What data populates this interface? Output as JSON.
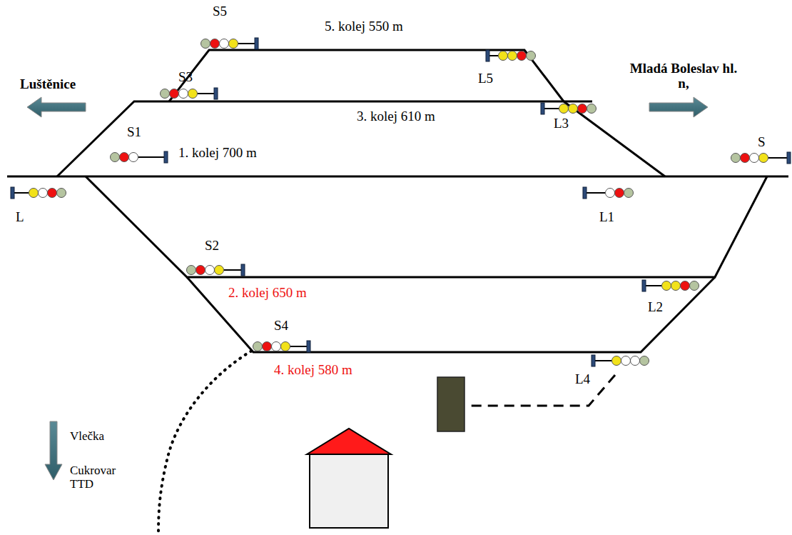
{
  "diagram": {
    "labels": [
      "S5",
      "5. kolej 550 m",
      "S3",
      "Luštěnice",
      "Mladá Boleslav hl. n,",
      "L5",
      "3. kolej 610 m",
      "L3",
      "S1",
      "1. kolej 700 m",
      "S",
      "L",
      "L1",
      "S2",
      "2. kolej 650 m",
      "L2",
      "S4",
      "4. kolej 580 m",
      "L4",
      "Vlečka",
      "Cukrovar TTD"
    ]
  }
}
